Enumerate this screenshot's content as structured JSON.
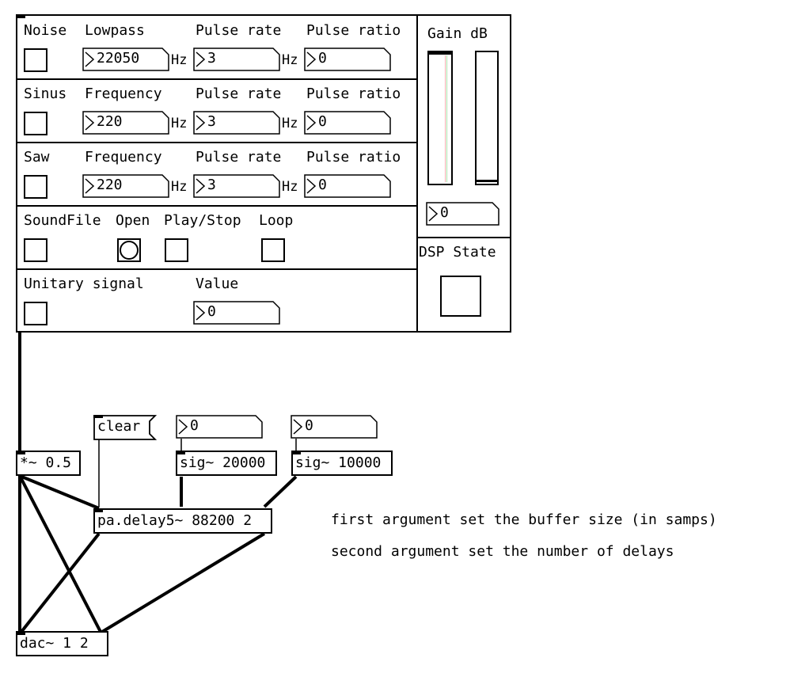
{
  "rows": [
    {
      "name": "Noise",
      "param_label": "Lowpass",
      "param_value": "22050",
      "pulse_rate_label": "Pulse rate",
      "pulse_rate_value": "3",
      "pulse_ratio_label": "Pulse ratio",
      "pulse_ratio_value": "0"
    },
    {
      "name": "Sinus",
      "param_label": "Frequency",
      "param_value": "220",
      "pulse_rate_label": "Pulse rate",
      "pulse_rate_value": "3",
      "pulse_ratio_label": "Pulse ratio",
      "pulse_ratio_value": "0"
    },
    {
      "name": "Saw",
      "param_label": "Frequency",
      "param_value": "220",
      "pulse_rate_label": "Pulse rate",
      "pulse_rate_value": "3",
      "pulse_ratio_label": "Pulse ratio",
      "pulse_ratio_value": "0"
    }
  ],
  "hz_unit": "Hz",
  "soundfile": {
    "label": "SoundFile",
    "open_label": "Open",
    "play_label": "Play/Stop",
    "loop_label": "Loop"
  },
  "unitary": {
    "label": "Unitary signal",
    "value_label": "Value",
    "value": "0"
  },
  "gain": {
    "label": "Gain dB",
    "value": "0",
    "meter_level": 0.0
  },
  "dsp": {
    "label": "DSP State"
  },
  "objects": {
    "mul": "*~ 0.5",
    "clear": "clear",
    "num1": "0",
    "num2": "0",
    "sig1": "sig~ 20000",
    "sig2": "sig~ 10000",
    "delay": "pa.delay5~ 88200 2",
    "dac": "dac~ 1 2"
  },
  "comments": {
    "line1": "first argument set the buffer size (in samps)",
    "line2": "second argument set the number of delays"
  }
}
